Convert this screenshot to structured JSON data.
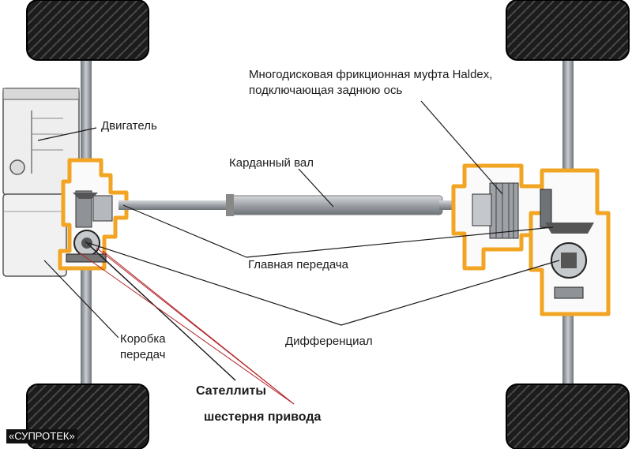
{
  "labels": {
    "haldex_line1": "Многодисковая фрикционная муфта Haldex,",
    "haldex_line2": "подключающая заднюю ось",
    "engine": "Двигатель",
    "propshaft": "Карданный вал",
    "final_drive": "Главная передача",
    "differential": "Дифференциал",
    "gearbox_line1": "Коробка",
    "gearbox_line2": "передач",
    "satellites": "Сателлиты",
    "drive_gear": "шестерня привода"
  },
  "watermark": "«СУПРОТЕК»",
  "colors": {
    "tire": "#1c1c1c",
    "metal": "#a9adb3",
    "metal_dark": "#6e7378",
    "highlight": "#f2a423",
    "leader": "#1a1a1a",
    "leader_red": "#b3262b"
  }
}
